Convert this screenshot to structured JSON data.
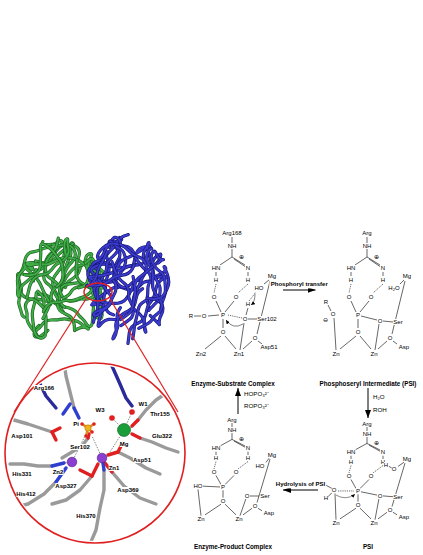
{
  "diagram": {
    "nodes": [
      {
        "text": [
          "Enzyme-Substrate Complex"
        ]
      },
      {
        "text": [
          "Phosphoseryl Intermediate (PSI)"
        ]
      },
      {
        "text": [
          "PSI"
        ]
      },
      {
        "text": [
          "Enzyme-Product Complex"
        ]
      }
    ],
    "edges": [
      {
        "from": 0,
        "to": 1,
        "label": "Phosphoryl transfer",
        "arrow": "to"
      },
      {
        "from": 1,
        "to": 2,
        "arrow": "to"
      },
      {
        "from": 2,
        "to": 3,
        "label": "Hydrolysis of PSI",
        "arrow": "to"
      },
      {
        "from": 3,
        "to": 0,
        "arrow": "to"
      }
    ],
    "labels": [
      "Arg166",
      "Asp101",
      "W3",
      "W1",
      "Thr155",
      "Pi",
      "Ser102",
      "Mg",
      "Glu322",
      "Zn2",
      "Zn1",
      "Asp51",
      "His331",
      "Asp327",
      "His412",
      "Asp369",
      "His370",
      "Arg168",
      "NH",
      "⊕",
      "HN",
      "N",
      "H",
      "H",
      "O",
      "O",
      "R",
      "O",
      "P",
      "O",
      "Ser102",
      "H",
      "HO",
      "Mg",
      "O",
      "Zn2",
      "Zn1",
      "O",
      "Asp51",
      "Arg",
      "NH",
      "⊕",
      "HN",
      "N",
      "H",
      "H",
      "O",
      "O",
      "R",
      "O",
      "⊖",
      "P",
      "O",
      "Ser",
      "H₂O",
      "Mg",
      "O",
      "Zn",
      "Zn",
      "O",
      "Asp",
      "Arg",
      "NH",
      "⊕",
      "HN",
      "N",
      "H",
      "H",
      "O",
      "O",
      "H",
      "O",
      "H",
      "P",
      "O",
      "Ser",
      "O",
      "H",
      "Mg",
      "O",
      "Zn",
      "Zn",
      "O",
      "Asp",
      "Arg",
      "NH",
      "⊕",
      "HN",
      "N",
      "H",
      "H",
      "O",
      "O",
      "HO",
      "P",
      "O",
      "O",
      "Ser",
      "HO",
      "Mg",
      "Zn",
      "Zn",
      "O",
      "Asp",
      "H₂O",
      "ROH",
      "HOPO₃²⁻",
      "ROPO₃²⁻"
    ]
  }
}
